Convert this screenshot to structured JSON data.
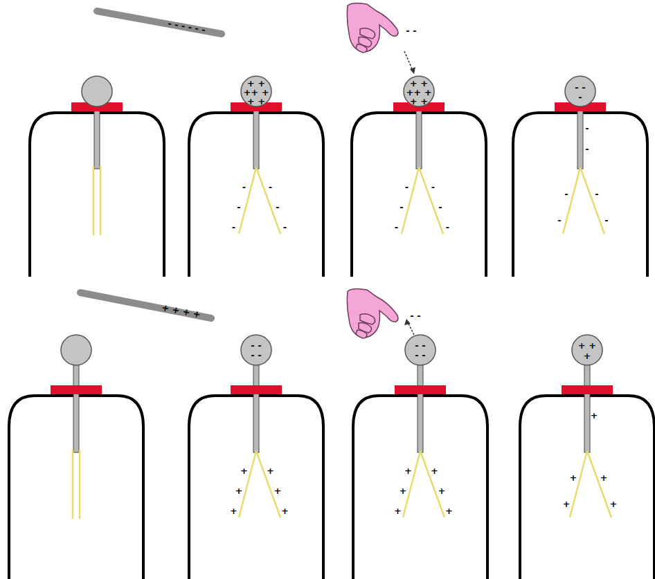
{
  "diagram": {
    "labels": [
      "- - - - - -",
      "+ +",
      "++ +",
      "+ +",
      "-",
      "-",
      "-",
      "-",
      "-",
      "-",
      "- -",
      "+ +",
      "++ +",
      "+ +",
      "-",
      "-",
      "-",
      "-",
      "-",
      "-",
      "- -",
      "-",
      "-",
      "-",
      "-",
      "-",
      "-",
      "-",
      "+ + + +",
      "- -",
      "- -",
      "+",
      "+",
      "+",
      "+",
      "+",
      "+",
      "- -",
      "- -",
      "- -",
      "+",
      "+",
      "+",
      "+",
      "+",
      "+",
      "+ +",
      "+",
      "+",
      "+",
      "+",
      "+",
      "+"
    ]
  }
}
